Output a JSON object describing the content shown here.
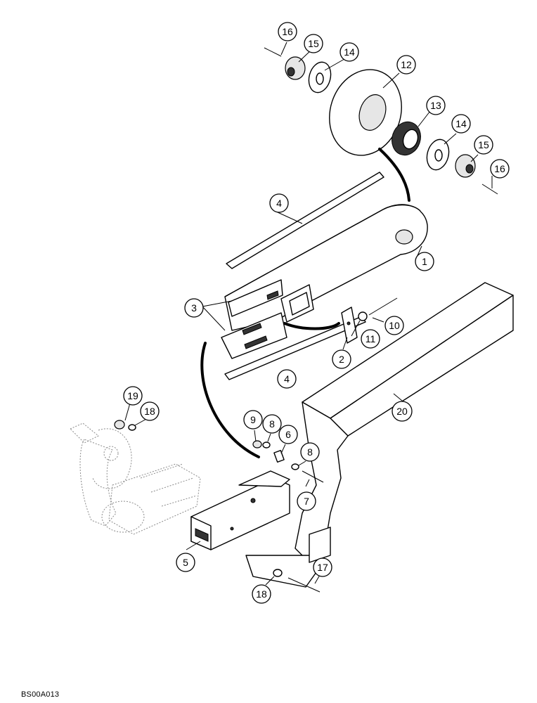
{
  "callouts": [
    "1",
    "2",
    "3",
    "4",
    "5",
    "6",
    "7",
    "8",
    "9",
    "10",
    "11",
    "12",
    "13",
    "14",
    "15",
    "16",
    "17",
    "18",
    "19",
    "20"
  ],
  "figure_code": "BS00A013"
}
